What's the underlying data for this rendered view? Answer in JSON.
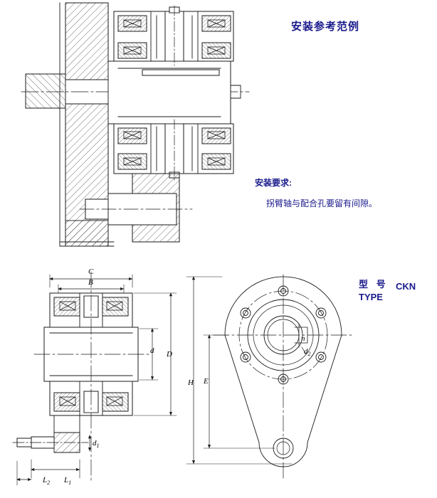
{
  "header": {
    "title": "安装参考范例",
    "title_color": "#1a1a8c"
  },
  "requirements": {
    "label": "安装要求:",
    "text": "拐臂轴与配合孔要留有间隙。",
    "color": "#1a1a8c"
  },
  "type_block": {
    "label_cn": "型 号",
    "label_en": "TYPE",
    "value": "CKN",
    "color": "#1a1a8c"
  },
  "dimensions": {
    "C": "C",
    "B": "B",
    "D": "D",
    "d": "d",
    "H": "H",
    "E": "E",
    "n": "n",
    "d1": "d",
    "d1_sub": "1",
    "d2": "d",
    "d2_sub": "2",
    "L1": "L",
    "L1_sub": "1",
    "L2": "L",
    "L2_sub": "2"
  },
  "figures": {
    "top_assembly": "installation-reference-assembly-drawing",
    "side_view": "bearing-side-section-view",
    "front_view": "flange-housing-front-view"
  },
  "colors": {
    "line": "#1a1a1a",
    "hatch": "#555555",
    "text_blue": "#1a1a8c"
  }
}
